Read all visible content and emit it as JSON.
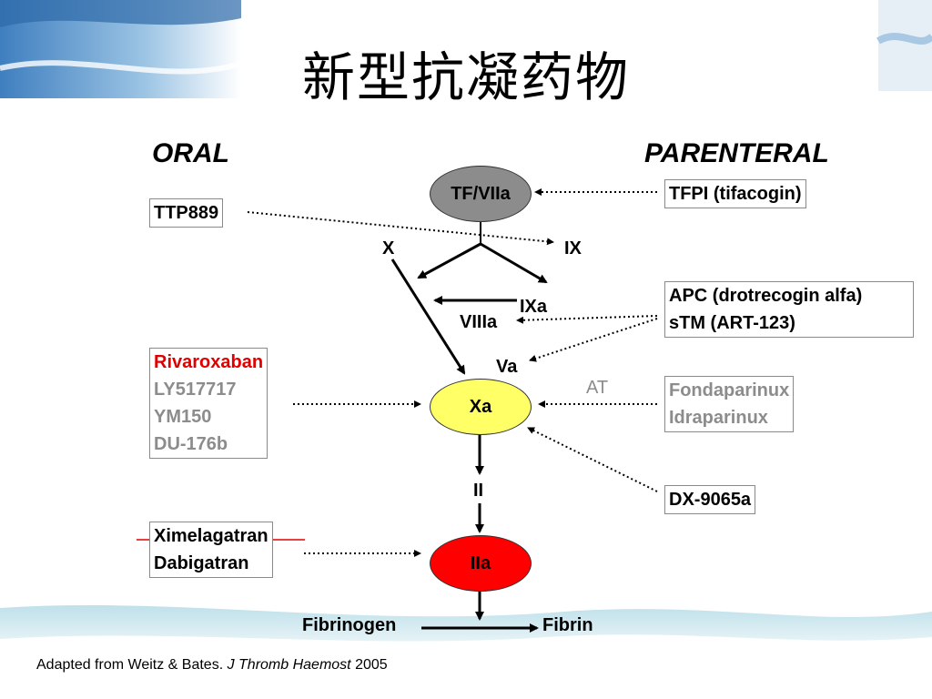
{
  "title": "新型抗凝药物",
  "headers": {
    "oral": "ORAL",
    "parenteral": "PARENTERAL"
  },
  "nodes": {
    "tf_viia": "TF/VIIa",
    "x": "X",
    "ix": "IX",
    "ixa": "IXa",
    "viiia": "VIIIa",
    "va": "Va",
    "xa": "Xa",
    "ii": "II",
    "iia": "IIa",
    "fibrinogen": "Fibrinogen",
    "fibrin": "Fibrin",
    "at": "AT"
  },
  "oral_drugs": {
    "ttp": "TTP889",
    "xa_inhibitors": [
      "Rivaroxaban",
      "LY517717",
      "YM150",
      "DU-176b"
    ],
    "thrombin_inhibitors": [
      "Ximelagatran",
      "Dabigatran"
    ]
  },
  "parenteral_drugs": {
    "tfpi": "TFPI (tifacogin)",
    "apc": "APC (drotrecogin alfa)",
    "stm": "sTM (ART-123)",
    "indirect_xa": [
      "Fondaparinux",
      "Idraparinux"
    ],
    "dx": "DX-9065a"
  },
  "footnote": {
    "prefix": "Adapted from Weitz & Bates. ",
    "journal": "J Thromb Haemost",
    "year": " 2005"
  },
  "colors": {
    "tf_viia_fill": "#8c8c8c",
    "xa_fill": "#ffff66",
    "iia_fill": "#ff0000",
    "rivaroxaban": "#e00000",
    "inactive_drug": "#8c8c8c",
    "banner_blue": "#4a8cc8",
    "strike_line": "#e00000"
  }
}
